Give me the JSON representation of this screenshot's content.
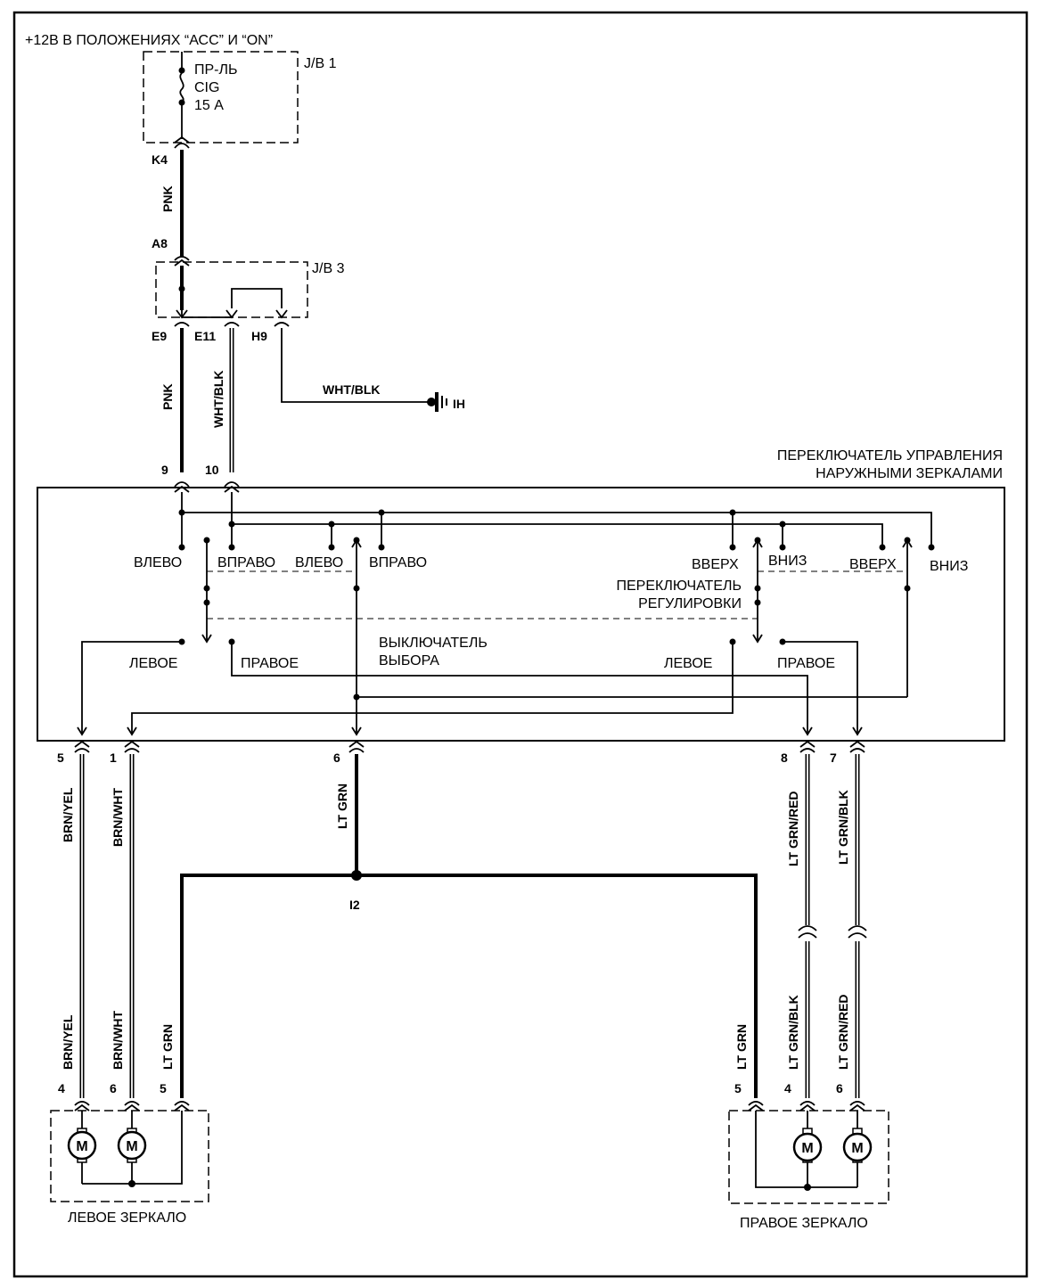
{
  "power": {
    "supply_label": "+12В В ПОЛОЖЕНИЯХ “АСС” И “ON”"
  },
  "jb1": {
    "name": "J/B 1",
    "fuse_line1": "ПР-ЛЬ",
    "fuse_line2": "CIG",
    "fuse_line3": "15 А"
  },
  "jb3": {
    "name": "J/B 3"
  },
  "connectors": {
    "k4": "K4",
    "a8": "A8",
    "e9": "E9",
    "e11": "E11",
    "h9": "H9",
    "sw_pin9": "9",
    "sw_pin10": "10",
    "sw_pin5": "5",
    "sw_pin1": "1",
    "sw_pin6": "6",
    "sw_pin8": "8",
    "sw_pin7": "7",
    "i2": "I2",
    "lm_pin4": "4",
    "lm_pin6": "6",
    "lm_pin5": "5",
    "rm_pin5": "5",
    "rm_pin4": "4",
    "rm_pin6": "6"
  },
  "wires": {
    "pnk_top": "PNK",
    "pnk_bottom": "PNK",
    "wht_blk_v": "WHT/BLK",
    "wht_blk_h": "WHT/BLK",
    "brn_yel_top": "BRN/YEL",
    "brn_wht_top": "BRN/WHT",
    "lt_grn_top": "LT GRN",
    "lt_grn_red_top": "LT GRN/RED",
    "lt_grn_blk_top": "LT GRN/BLK",
    "brn_yel_bot": "BRN/YEL",
    "brn_wht_bot": "BRN/WHT",
    "lt_grn_left_bot": "LT GRN",
    "lt_grn_right_bot": "LT GRN",
    "lt_grn_blk_bot": "LT GRN/BLK",
    "lt_grn_red_bot": "LT GRN/RED"
  },
  "ground": {
    "label": "IH"
  },
  "switch": {
    "title_line1": "ПЕРЕКЛЮЧАТЕЛЬ УПРАВЛЕНИЯ",
    "title_line2": "НАРУЖНЫМИ ЗЕРКАЛАМИ",
    "left1": "ВЛЕВО",
    "right1": "ВПРАВО",
    "left2": "ВЛЕВО",
    "right2": "ВПРАВО",
    "up1": "ВВЕРХ",
    "down1": "ВНИЗ",
    "up2": "ВВЕРХ",
    "down2": "ВНИЗ",
    "adj_line1": "ПЕРЕКЛЮЧАТЕЛЬ",
    "adj_line2": "РЕГУЛИРОВКИ",
    "sel_line1": "ВЫКЛЮЧАТЕЛЬ",
    "sel_line2": "ВЫБОРА",
    "left_a": "ЛЕВОЕ",
    "right_a": "ПРАВОЕ",
    "left_b": "ЛЕВОЕ",
    "right_b": "ПРАВОЕ"
  },
  "mirrors": {
    "motor_symbol": "M",
    "left_name": "ЛЕВОЕ ЗЕРКАЛО",
    "right_name": "ПРАВОЕ ЗЕРКАЛО"
  }
}
